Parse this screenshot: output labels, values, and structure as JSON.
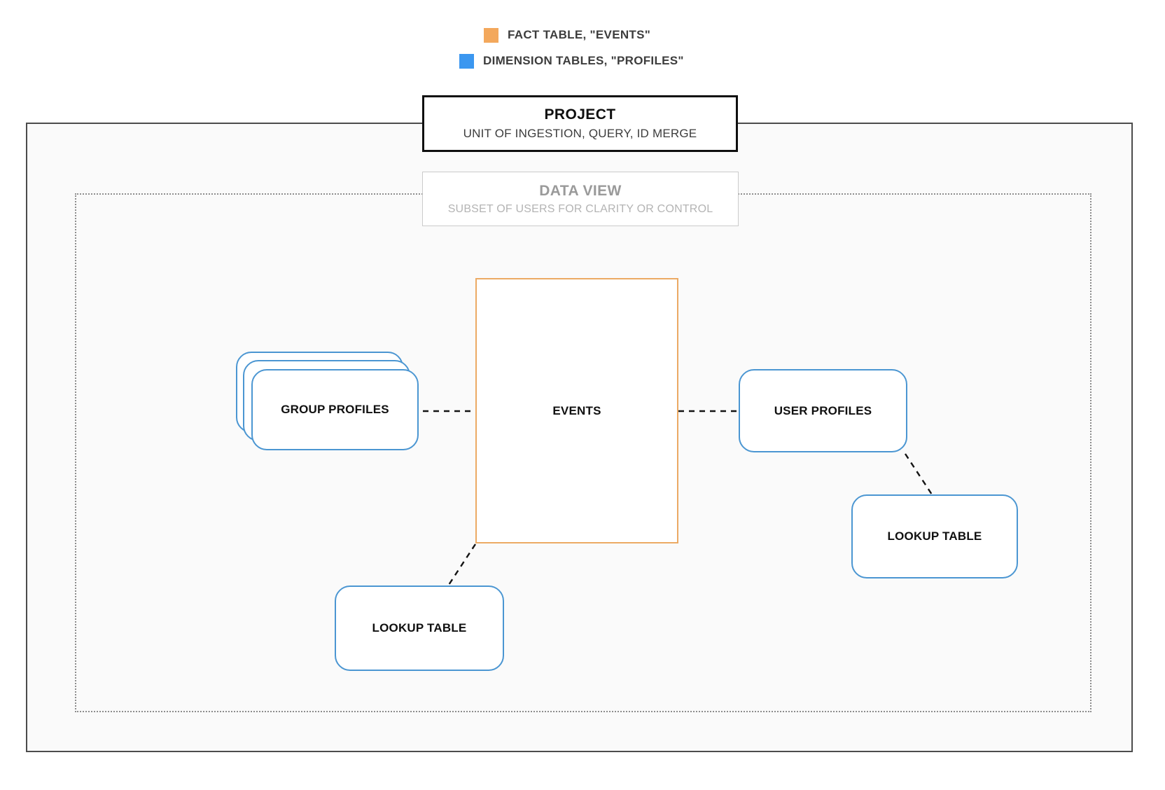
{
  "legend": {
    "items": [
      {
        "icon": "fact-swatch",
        "color": "#f3a85c",
        "label": "FACT TABLE, \"EVENTS\""
      },
      {
        "icon": "dimension-swatch",
        "color": "#3b97f0",
        "label": "DIMENSION TABLES, \"PROFILES\""
      }
    ]
  },
  "project": {
    "title": "PROJECT",
    "subtitle": "UNIT OF INGESTION, QUERY, ID MERGE"
  },
  "data_view": {
    "title": "DATA VIEW",
    "subtitle": "SUBSET OF USERS FOR CLARITY OR CONTROL"
  },
  "nodes": {
    "events": {
      "label": "EVENTS",
      "role": "fact-table"
    },
    "group_profiles": {
      "label": "GROUP PROFILES",
      "role": "dimension-table"
    },
    "user_profiles": {
      "label": "USER PROFILES",
      "role": "dimension-table"
    },
    "lookup_table_right": {
      "label": "LOOKUP TABLE",
      "role": "dimension-table"
    },
    "lookup_table_bottom": {
      "label": "LOOKUP TABLE",
      "role": "dimension-table"
    }
  },
  "colors": {
    "fact_accent": "#f3a85c",
    "dimension_accent": "#3b97f0",
    "card_border": "#4b96d2",
    "fact_border": "#ecaa64",
    "connector": "#141414"
  }
}
